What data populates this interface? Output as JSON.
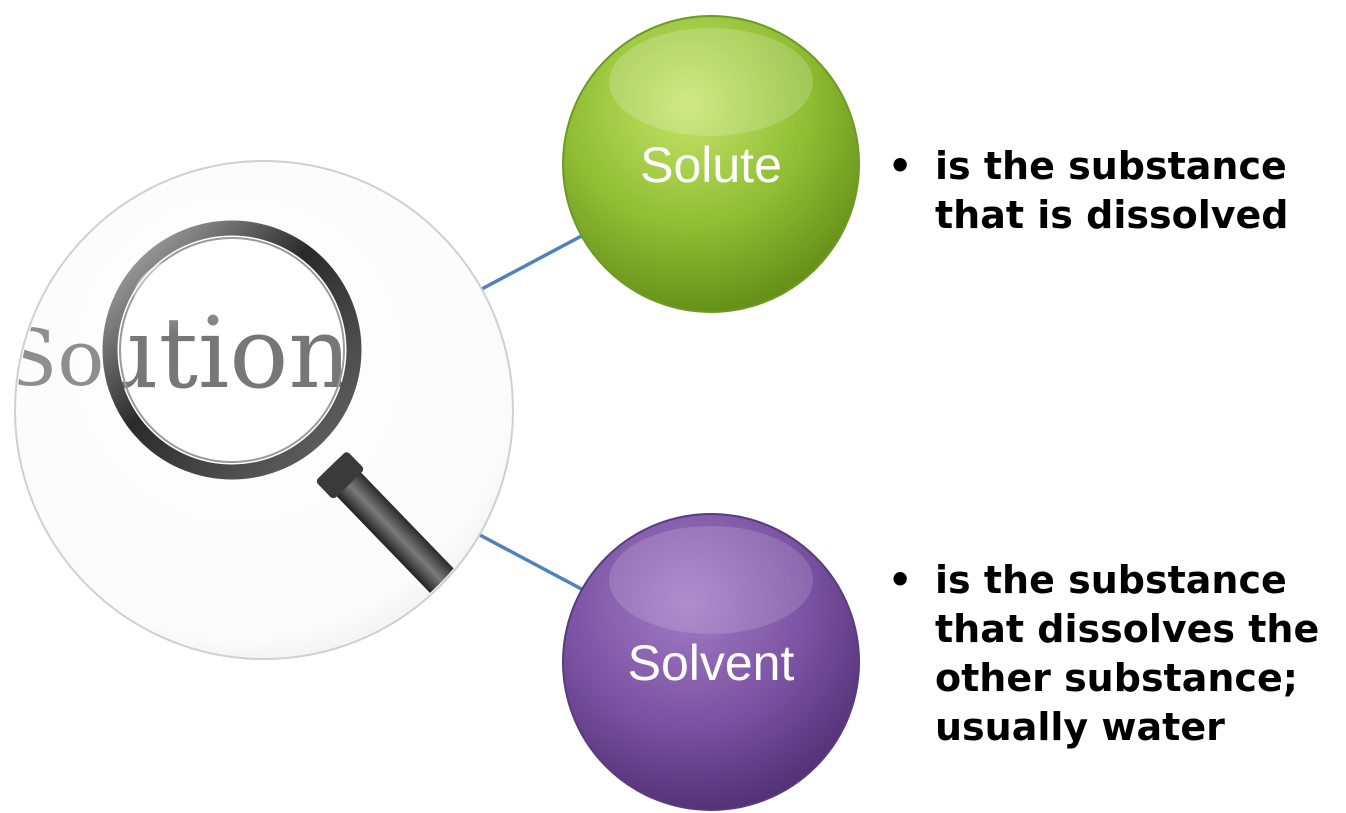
{
  "center": {
    "word": "Solution",
    "icon": "magnifying-glass-icon"
  },
  "branches": [
    {
      "label": "Solute",
      "color": "#8dbb30",
      "description": "is the substance that is dissolved"
    },
    {
      "label": "Solvent",
      "color": "#7d53a4",
      "description": "is the substance that dissolves the other substance; usually water"
    }
  ],
  "bullet_glyph": "•",
  "connector_color": "#4f81bd"
}
